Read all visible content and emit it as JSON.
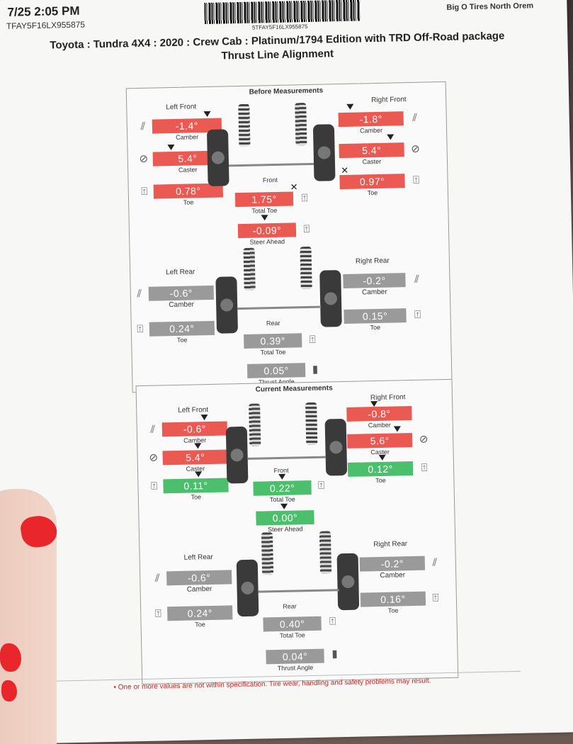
{
  "header": {
    "time": "7/25 2:05 PM",
    "vin": "TFAY5F16LX955875",
    "barcode_text": "5TFAY5F16LX955875",
    "shop": "Big O Tires North Orem"
  },
  "title": {
    "line1": "Toyota : Tundra 4X4 : 2020 : Crew Cab : Platinum/1794 Edition with TRD Off-Road package",
    "line2": "Thrust Line Alignment"
  },
  "labels": {
    "left_front": "Left Front",
    "right_front": "Right Front",
    "left_rear": "Left Rear",
    "right_rear": "Right Rear",
    "camber": "Camber",
    "caster": "Caster",
    "toe": "Toe",
    "front": "Front",
    "rear": "Rear",
    "total_toe": "Total Toe",
    "steer_ahead": "Steer Ahead",
    "thrust_angle": "Thrust Angle"
  },
  "before": {
    "title": "Before Measurements",
    "lf_camber": "-1.4°",
    "lf_caster": "5.4°",
    "lf_toe": "0.78°",
    "rf_camber": "-1.8°",
    "rf_caster": "5.4°",
    "rf_toe": "0.97°",
    "front_total_toe": "1.75°",
    "steer_ahead": "-0.09°",
    "lr_camber": "-0.6°",
    "lr_toe": "0.24°",
    "rr_camber": "-0.2°",
    "rr_toe": "0.15°",
    "rear_total_toe": "0.39°",
    "thrust_angle": "0.05°"
  },
  "current": {
    "title": "Current Measurements",
    "lf_camber": "-0.6°",
    "lf_caster": "5.4°",
    "lf_toe": "0.11°",
    "rf_camber": "-0.8°",
    "rf_caster": "5.6°",
    "rf_toe": "0.12°",
    "front_total_toe": "0.22°",
    "steer_ahead": "0.00°",
    "lr_camber": "-0.6°",
    "lr_toe": "0.24°",
    "rr_camber": "-0.2°",
    "rr_toe": "0.16°",
    "rear_total_toe": "0.40°",
    "thrust_angle": "0.04°"
  },
  "footer": {
    "warning": "One or more values are not within specification.  Tire wear, handling and safety problems may result."
  },
  "colors": {
    "out_of_spec": "#ea5a52",
    "in_spec": "#4bbf6b",
    "no_spec": "#9a9a9a"
  }
}
